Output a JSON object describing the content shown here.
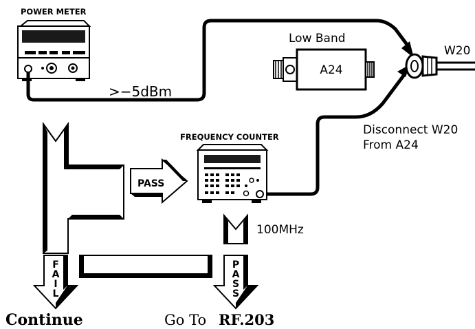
{
  "instruments": {
    "power_meter": {
      "label": "POWER METER"
    },
    "frequency_counter": {
      "label": "FREQUENCY COUNTER"
    }
  },
  "module": {
    "band_label": "Low  Band",
    "ref": "A24"
  },
  "cable": {
    "ref": "W20"
  },
  "readings": {
    "power": ">−5dBm",
    "frequency": "100MHz"
  },
  "instruction": {
    "line1": "Disconnect  W20",
    "line2": "From  A24"
  },
  "flow": {
    "pass_label": "PASS",
    "fail_label": "FAIL",
    "fail_letters": [
      "F",
      "A",
      "I",
      "L"
    ],
    "pass_letters": [
      "P",
      "A",
      "S",
      "S"
    ],
    "continue": "Continue",
    "goto_prefix": "Go To",
    "goto_target": "RF.203"
  }
}
